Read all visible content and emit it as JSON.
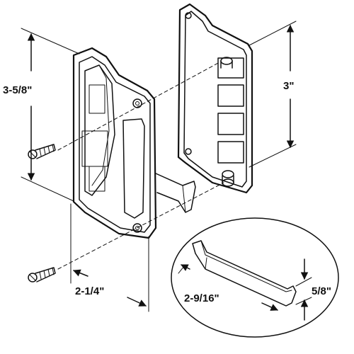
{
  "dimensions": {
    "latch_height": "3-5/8\"",
    "strike_height": "3\"",
    "latch_width": "2-1/4\"",
    "hook_length": "2-9/16\"",
    "hook_height": "5/8\""
  },
  "colors": {
    "line": "#111111",
    "background": "#ffffff",
    "stipple_fill": "#d9d9d9"
  },
  "icons": [
    "screw-icon",
    "screw-icon"
  ]
}
